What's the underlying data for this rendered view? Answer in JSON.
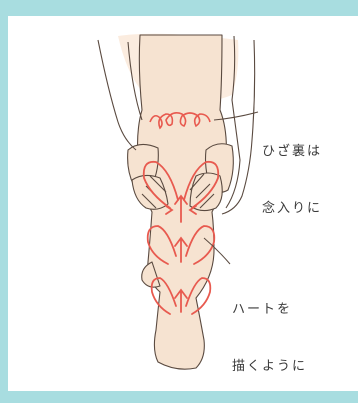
{
  "annotations": {
    "knee_back": {
      "line1": "ひざ裏は",
      "line2": "念入りに"
    },
    "heart_strokes": {
      "line1": "ハートを",
      "line2": "描くように"
    }
  },
  "colors": {
    "background": "#a8dde0",
    "panel": "#ffffff",
    "skin": "#f6e3d1",
    "skin_highlight": "#fbecdf",
    "outline": "#5a4a40",
    "arrow_red": "#e85a4f"
  }
}
